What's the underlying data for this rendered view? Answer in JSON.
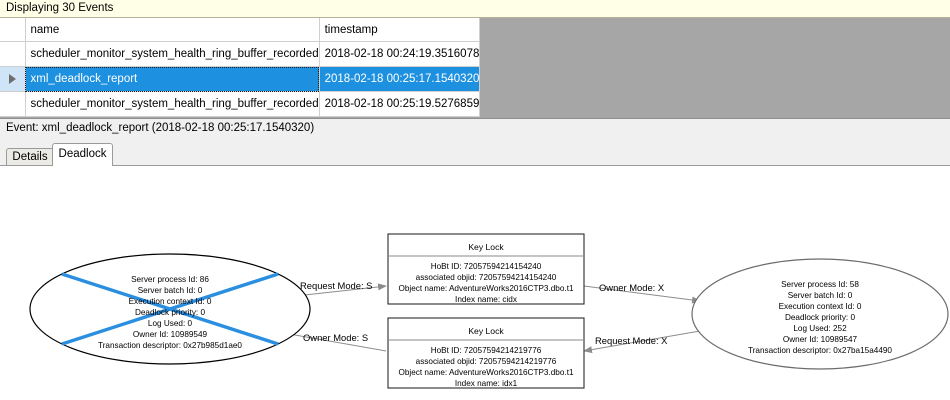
{
  "banner": {
    "text": "Displaying 30 Events"
  },
  "grid": {
    "columns": [
      "name",
      "timestamp"
    ],
    "rows": [
      {
        "selected": false,
        "name": "scheduler_monitor_system_health_ring_buffer_recorded",
        "timestamp": "2018-02-18 00:24:19.3516078"
      },
      {
        "selected": true,
        "name": "xml_deadlock_report",
        "timestamp": "2018-02-18 00:25:17.1540320"
      },
      {
        "selected": false,
        "name": "scheduler_monitor_system_health_ring_buffer_recorded",
        "timestamp": "2018-02-18 00:25:19.5276859"
      }
    ],
    "row_selector_icon": "row-pointer-triangle-icon",
    "selection_color": "#1e90e0",
    "selector_color": "#cfe4f7"
  },
  "event_label": {
    "text": "Event: xml_deadlock_report (2018-02-18 00:25:17.1540320)"
  },
  "tabs": [
    {
      "label": "Details",
      "active": false
    },
    {
      "label": "Deadlock",
      "active": true
    }
  ],
  "deadlock_graph": {
    "victim_color": "#2a8fe0",
    "processes": [
      {
        "id": "left-process",
        "victim": true,
        "lines": [
          "Server process Id: 86",
          "Server batch Id: 0",
          "Execution context Id: 0",
          "Deadlock priority: 0",
          "Log Used: 0",
          "Owner Id: 10989549",
          "Transaction descriptor: 0x27b985d1ae0"
        ]
      },
      {
        "id": "right-process",
        "victim": false,
        "lines": [
          "Server process Id: 58",
          "Server batch Id: 0",
          "Execution context Id: 0",
          "Deadlock priority: 0",
          "Log Used: 252",
          "Owner Id: 10989547",
          "Transaction descriptor: 0x27ba15a4490"
        ]
      }
    ],
    "resources": [
      {
        "id": "top-key-lock",
        "title": "Key Lock",
        "lines": [
          "HoBt ID: 72057594214154240",
          "associated objid: 72057594214154240",
          "Object name: AdventureWorks2016CTP3.dbo.t1",
          "Index name: cidx"
        ]
      },
      {
        "id": "bottom-key-lock",
        "title": "Key Lock",
        "lines": [
          "HoBt ID: 72057594214219776",
          "associated objid: 72057594214219776",
          "Object name: AdventureWorks2016CTP3.dbo.t1",
          "Index name: idx1"
        ]
      }
    ],
    "edges": [
      {
        "id": "edge-left-request",
        "label": "Request Mode: S"
      },
      {
        "id": "edge-left-owner",
        "label": "Owner Mode: S"
      },
      {
        "id": "edge-right-owner",
        "label": "Owner Mode: X"
      },
      {
        "id": "edge-right-request",
        "label": "Request Mode: X"
      }
    ]
  }
}
